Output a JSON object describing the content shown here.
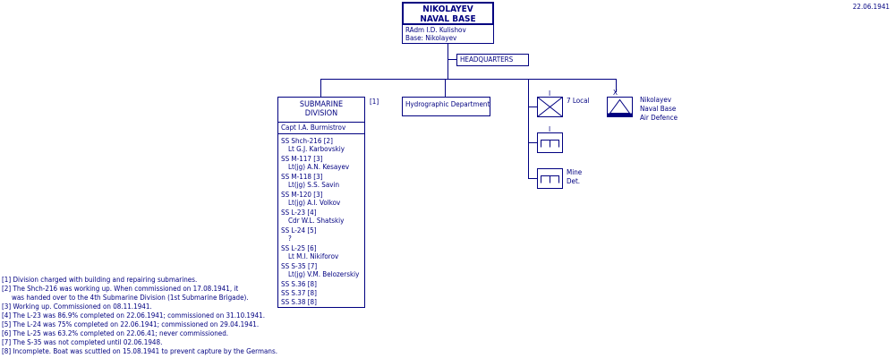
{
  "date": "22.06.1941",
  "root": {
    "title_line1": "NIKOLAYEV",
    "title_line2": "NAVAL BASE",
    "commander": "RAdm I.D. Kulishov",
    "base": "Base: Nikolayev"
  },
  "headquarters": "HEADQUARTERS",
  "submarine_division": {
    "title_line1": "SUBMARINE",
    "title_line2": "DIVISION",
    "note_ref": "[1]",
    "commander": "Capt I.A. Burmistrov",
    "boats": [
      {
        "name": "SS Shch-216 [2]",
        "cmdr": "Lt G.J. Karbovskiy"
      },
      {
        "name": "SS M-117 [3]",
        "cmdr": "Lt(jg) A.N. Kesayev"
      },
      {
        "name": "SS M-118 [3]",
        "cmdr": "Lt(jg) S.S. Savin"
      },
      {
        "name": "SS M-120 [3]",
        "cmdr": "Lt(jg) A.I. Volkov"
      },
      {
        "name": "SS L-23 [4]",
        "cmdr": "Cdr W.L. Shatskiy"
      },
      {
        "name": "SS L-24 [5]",
        "cmdr": "?"
      },
      {
        "name": "SS L-25 [6]",
        "cmdr": "Lt M.I. Nikiforov"
      },
      {
        "name": "SS S-35 [7]",
        "cmdr": "Lt(jg) V.M. Belozerskiy"
      }
    ],
    "extra_boats": [
      "SS S.36 [8]",
      "SS S.37 [8]",
      "SS S.38 [8]"
    ]
  },
  "hydrographic": "Hydrographic Department",
  "unit_local": {
    "label": "7 Local",
    "echelon": "I",
    "icon": "infantry-symbol"
  },
  "unit_two": {
    "echelon": "I",
    "icon": "naval-unit-symbol"
  },
  "unit_mine": {
    "label_line1": "Mine",
    "label_line2": "Det.",
    "icon": "naval-unit-symbol"
  },
  "unit_air_defence": {
    "line1": "Nikolayev",
    "line2": "Naval Base",
    "line3": "Air Defence",
    "echelon": "X",
    "icon": "air-defence-symbol"
  },
  "notes": [
    "[1] Division charged with building and repairing submarines.",
    "[2] The Shch-216 was working up. When commissioned on 17.08.1941, it",
    "was handed over to the 4th Submarine Division (1st Submarine Brigade).",
    "[3] Working up. Commissioned on 08.11.1941.",
    "[4] The L-23 was 86.9% completed on 22.06.1941; commissioned on 31.10.1941.",
    "[5] The L-24 was 75% completed on 22.06.1941; commissioned on 29.04.1941.",
    "[6] The L-25 was 63.2% completed on 22.06.41; never commissioned.",
    "[7] The S-35 was not completed until 02.06.1948.",
    "[8] Incomplete. Boat was scuttled on 15.08.1941 to prevent capture by the Germans."
  ]
}
